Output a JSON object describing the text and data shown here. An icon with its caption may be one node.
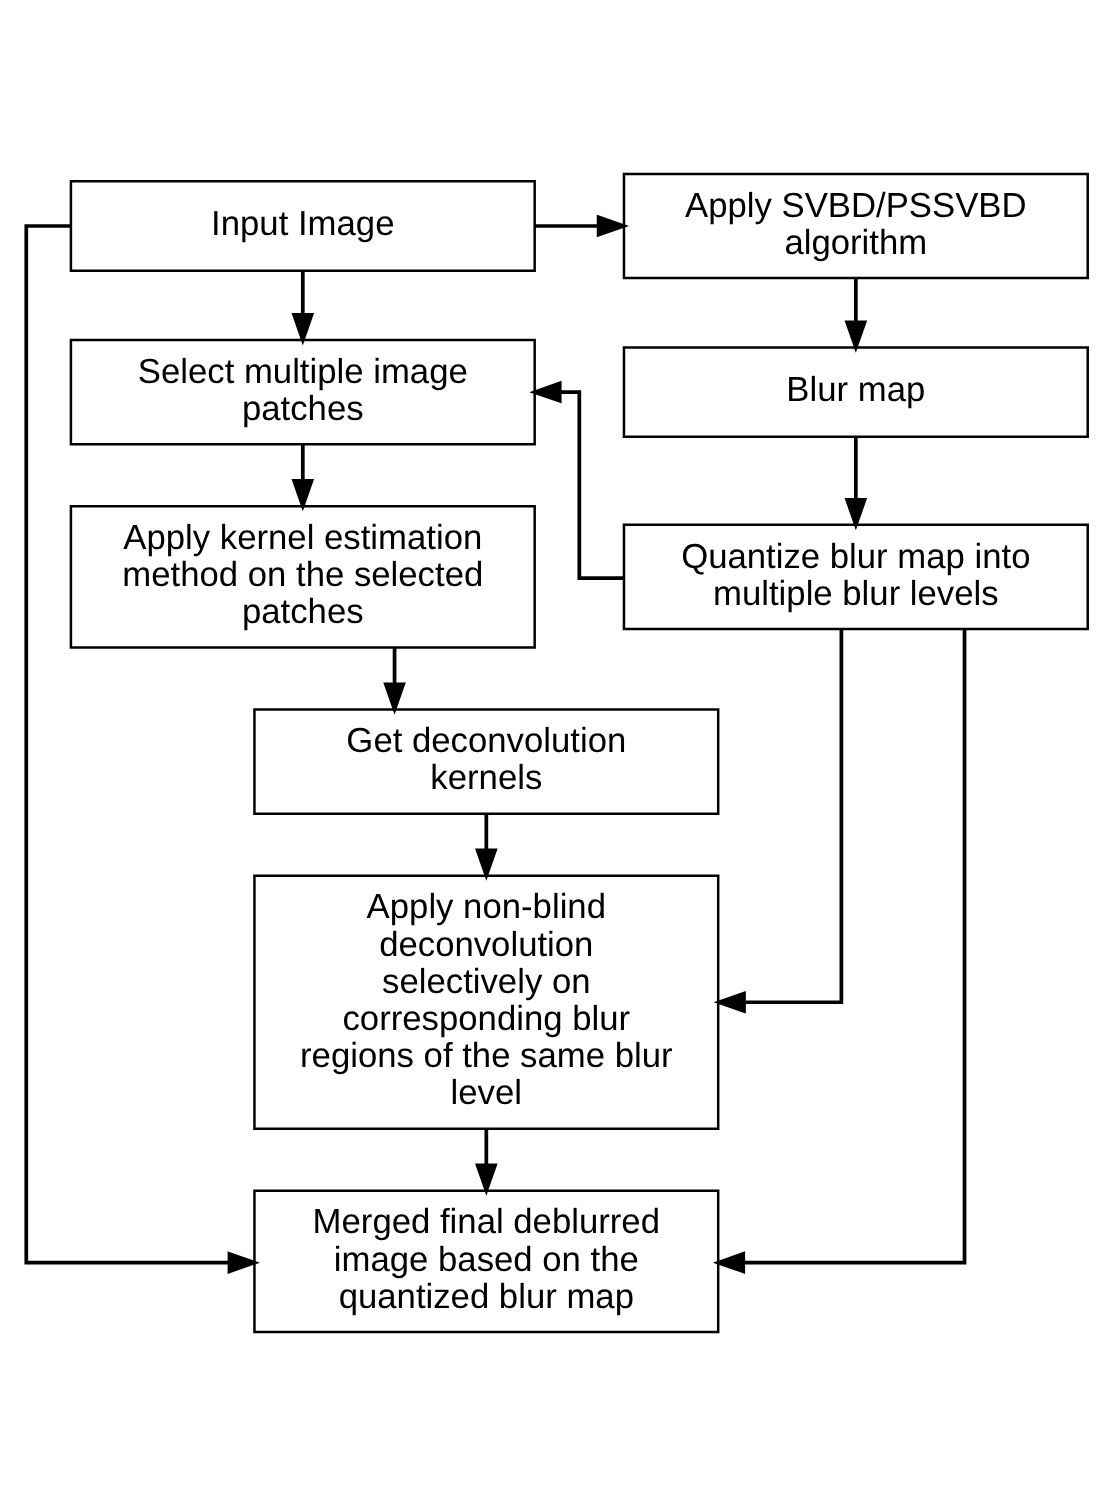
{
  "diagram": {
    "nodes": [
      {
        "text": [
          "Input Image"
        ]
      },
      {
        "text": [
          "Apply SVBD/PSSVBD algorithm"
        ]
      },
      {
        "text": [
          "Select multiple image patches"
        ]
      },
      {
        "text": [
          "Blur map"
        ]
      },
      {
        "text": [
          "Apply kernel estimation method on the selected patches"
        ]
      },
      {
        "text": [
          "Quantize blur map into multiple blur levels"
        ]
      },
      {
        "text": [
          "Get deconvolution kernels"
        ]
      },
      {
        "text": [
          "Apply non-blind deconvolution selectively on corresponding blur regions of the same blur level"
        ]
      },
      {
        "text": [
          "Merged final deblurred image based on the quantized blur map"
        ]
      }
    ],
    "edges": [
      {
        "from": 0,
        "to": 1,
        "arrow": "to"
      },
      {
        "from": 0,
        "to": 2,
        "arrow": "to"
      },
      {
        "from": 0,
        "to": 8,
        "arrow": "to"
      },
      {
        "from": 1,
        "to": 3,
        "arrow": "to"
      },
      {
        "from": 3,
        "to": 5,
        "arrow": "to"
      },
      {
        "from": 2,
        "to": 4,
        "arrow": "to"
      },
      {
        "from": 4,
        "to": 6,
        "arrow": "to"
      },
      {
        "from": 6,
        "to": 7,
        "arrow": "to"
      },
      {
        "from": 5,
        "to": 2,
        "arrow": "to"
      },
      {
        "from": 5,
        "to": 7,
        "arrow": "to"
      },
      {
        "from": 7,
        "to": 8,
        "arrow": "to"
      },
      {
        "from": 5,
        "to": 8,
        "arrow": "to"
      }
    ]
  }
}
